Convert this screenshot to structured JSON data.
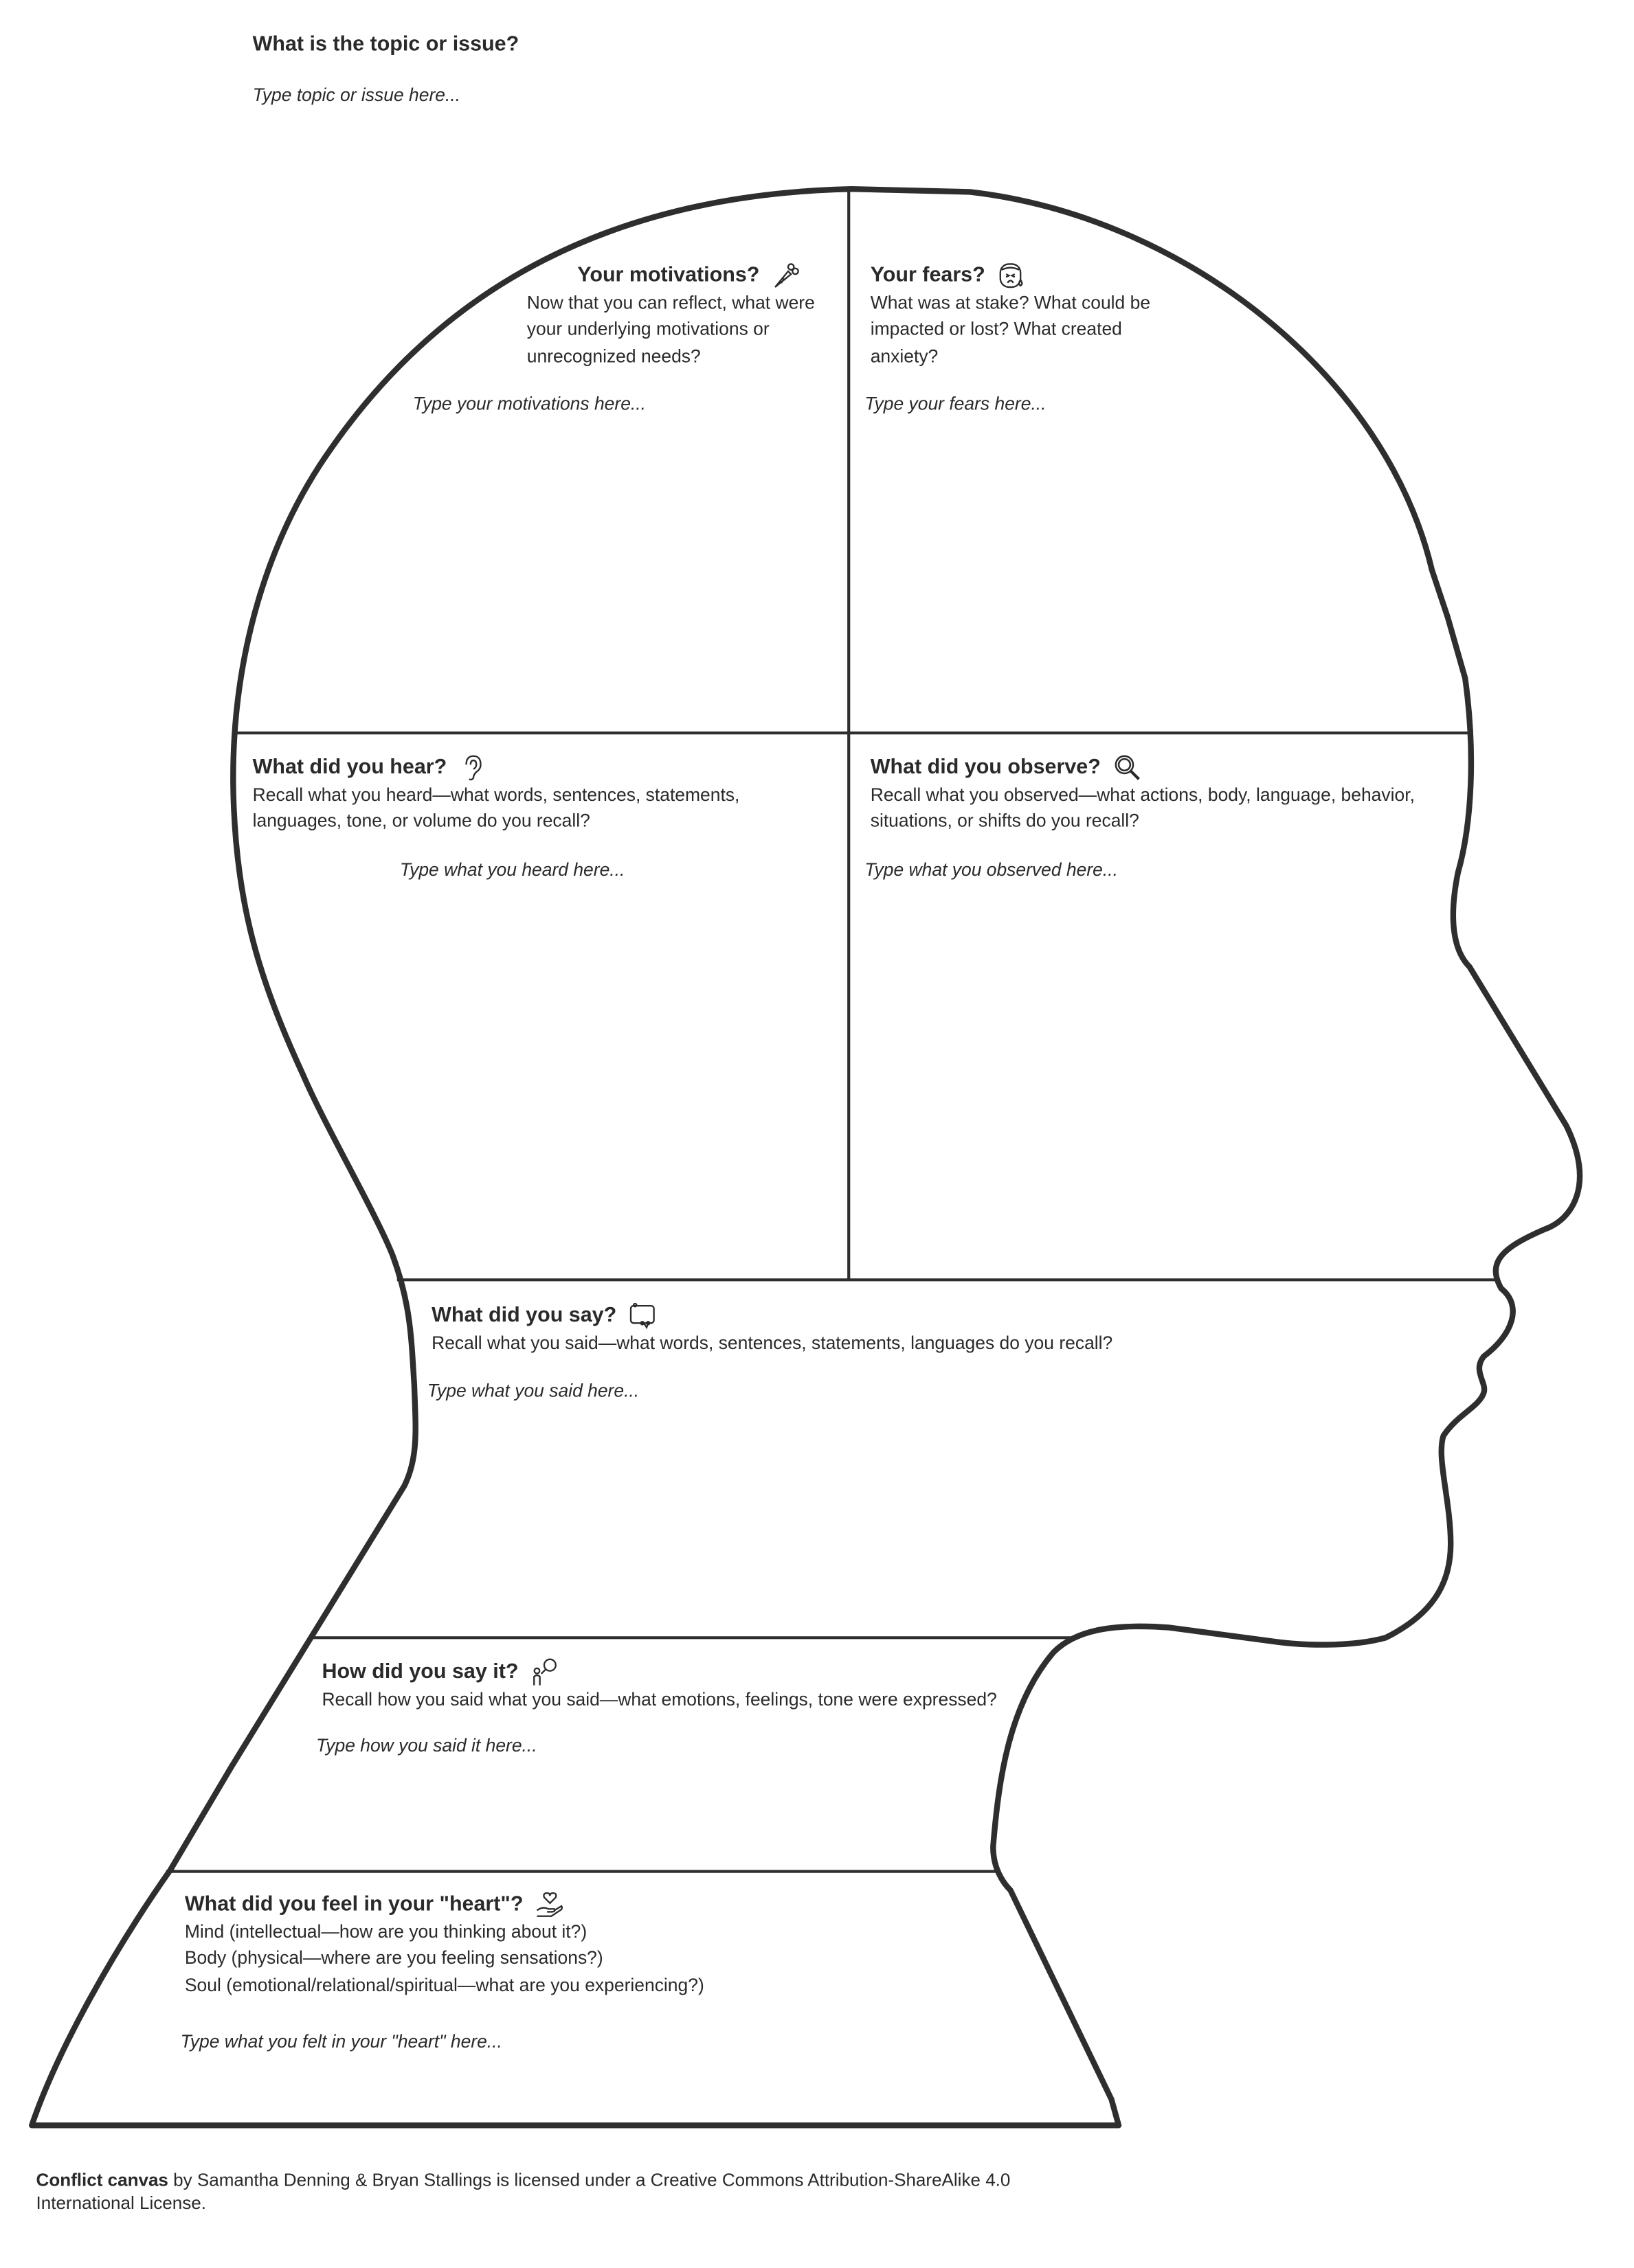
{
  "topic": {
    "heading": "What is the topic or issue?",
    "placeholder": "Type topic or issue here..."
  },
  "sections": {
    "motivations": {
      "heading": "Your motivations?",
      "icon": "carrot-icon",
      "prompt_lines": [
        "Now that you can reflect, what were",
        "your underlying motivations or",
        "unrecognized needs?"
      ],
      "placeholder": "Type your motivations here..."
    },
    "fears": {
      "heading": "Your fears?",
      "icon": "worried-face-icon",
      "prompt_lines": [
        "What was at stake? What could be",
        "impacted or lost? What created",
        "anxiety?"
      ],
      "placeholder": "Type your fears here..."
    },
    "hear": {
      "heading": "What did you hear?",
      "icon": "ear-icon",
      "prompt_lines": [
        "Recall what you heard—what words, sentences, statements,",
        "languages, tone, or volume do you recall?"
      ],
      "placeholder": "Type what you heard here..."
    },
    "observe": {
      "heading": "What did you observe?",
      "icon": "magnifier-icon",
      "prompt_lines": [
        "Recall what you observed—what actions, body, language, behavior,",
        "situations, or shifts do you recall?"
      ],
      "placeholder": "Type what you observed here..."
    },
    "say": {
      "heading": "What did you say?",
      "icon": "speech-bubble-icon",
      "prompt_lines": [
        "Recall what you said—what words, sentences, statements, languages do you recall?"
      ],
      "placeholder": "Type what you said here..."
    },
    "how": {
      "heading": "How did you say it?",
      "icon": "person-speaking-icon",
      "prompt_lines": [
        "Recall how you said what you said—what emotions, feelings, tone were expressed?"
      ],
      "placeholder": "Type how you said it here..."
    },
    "heart": {
      "heading": "What did you feel in your \"heart\"?",
      "icon": "heart-in-hand-icon",
      "prompt_lines": [
        "Mind (intellectual—how are you thinking about it?)",
        "Body (physical—where are you feeling sensations?)",
        "Soul (emotional/relational/spiritual—what are you experiencing?)"
      ],
      "placeholder": "Type what you felt in your \"heart\" here..."
    }
  },
  "footer": {
    "bold": "Conflict canvas",
    "line1": " by Samantha Denning & Bryan Stallings is licensed under a Creative Commons Attribution-ShareAlike 4.0",
    "line2": "International License."
  },
  "colors": {
    "outline": "#2e2e2e",
    "text": "#2a2a2a"
  }
}
